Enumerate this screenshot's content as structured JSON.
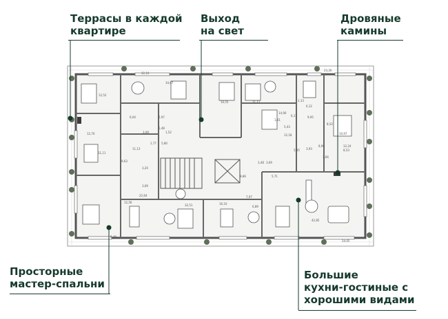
{
  "colors": {
    "accent": "#163a2b",
    "wall": "#6e6e6e",
    "floor": "#f4f4f2",
    "greenery": "#5f6f5a"
  },
  "callouts": {
    "terraces": {
      "line1": "Террасы в каждой",
      "line2": "квартире"
    },
    "exit": {
      "line1": "Выход",
      "line2": "на свет"
    },
    "fireplaces": {
      "line1": "Дровяные",
      "line2": "камины"
    },
    "master": {
      "line1": "Просторные",
      "line2": "мастер-спальни"
    },
    "kitchens": {
      "line1": "Большие",
      "line2": "кухни-гостиные с",
      "line3": "хорошими видами"
    }
  },
  "room_areas": [
    "22,10",
    "34,67",
    "12,52",
    "6,04",
    "5,48",
    "12,70",
    "11,11",
    "9,63",
    "2,97",
    "3,09",
    "1,77",
    "11,13",
    "3,20",
    "3,69",
    "22,64",
    "12,56",
    "1,52",
    "5,80",
    "8,49",
    "10,55",
    "11,11",
    "14,90",
    "5,43",
    "1,61",
    "7,97",
    "6,89",
    "5,71",
    "9,86",
    "3,48",
    "3,69",
    "5,45",
    "16,10",
    "6,12",
    "2,13",
    "6,17",
    "10,97",
    "3,93",
    "8,96",
    "3,66",
    "12,24",
    "42,85",
    "8,52",
    "9,95",
    "8,53",
    "12,18",
    "23,20",
    "24,05",
    "32,51"
  ]
}
